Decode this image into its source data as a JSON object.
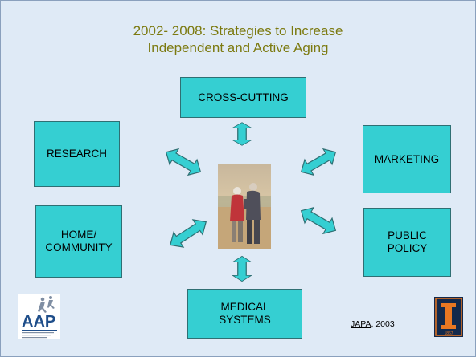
{
  "title": {
    "line1": "2002- 2008: Strategies to Increase",
    "line2": "Independent and Active Aging"
  },
  "boxes": {
    "cross_cutting": "CROSS-CUTTING",
    "research": "RESEARCH",
    "marketing": "MARKETING",
    "home_community": "HOME/\nCOMMUNITY",
    "public_policy": "PUBLIC\nPOLICY",
    "medical_systems": "MEDICAL\nSYSTEMS"
  },
  "citation": {
    "source": "JAPA",
    "year": ", 2003"
  },
  "logos": {
    "aap": "AAP",
    "illinois": "I",
    "illinois_year": "1867"
  },
  "colors": {
    "background": "#dfeaf6",
    "box_fill": "#35cfd2",
    "title_text": "#7c7a10"
  },
  "icons": {
    "center_image": "elderly-couple-walking-photo",
    "connectors": "double-headed-arrow"
  }
}
